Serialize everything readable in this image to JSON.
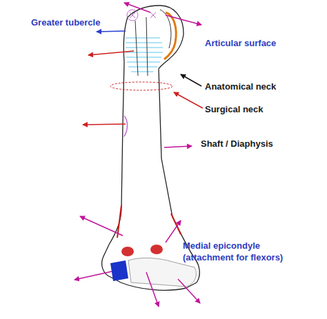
{
  "diagram": {
    "labels": [
      "Greater tubercle",
      "Articular surface",
      "Anatomical neck",
      "Surgical neck",
      "Shaft / Diaphysis",
      "Medial epicondyle (attachment for flexors)"
    ]
  }
}
